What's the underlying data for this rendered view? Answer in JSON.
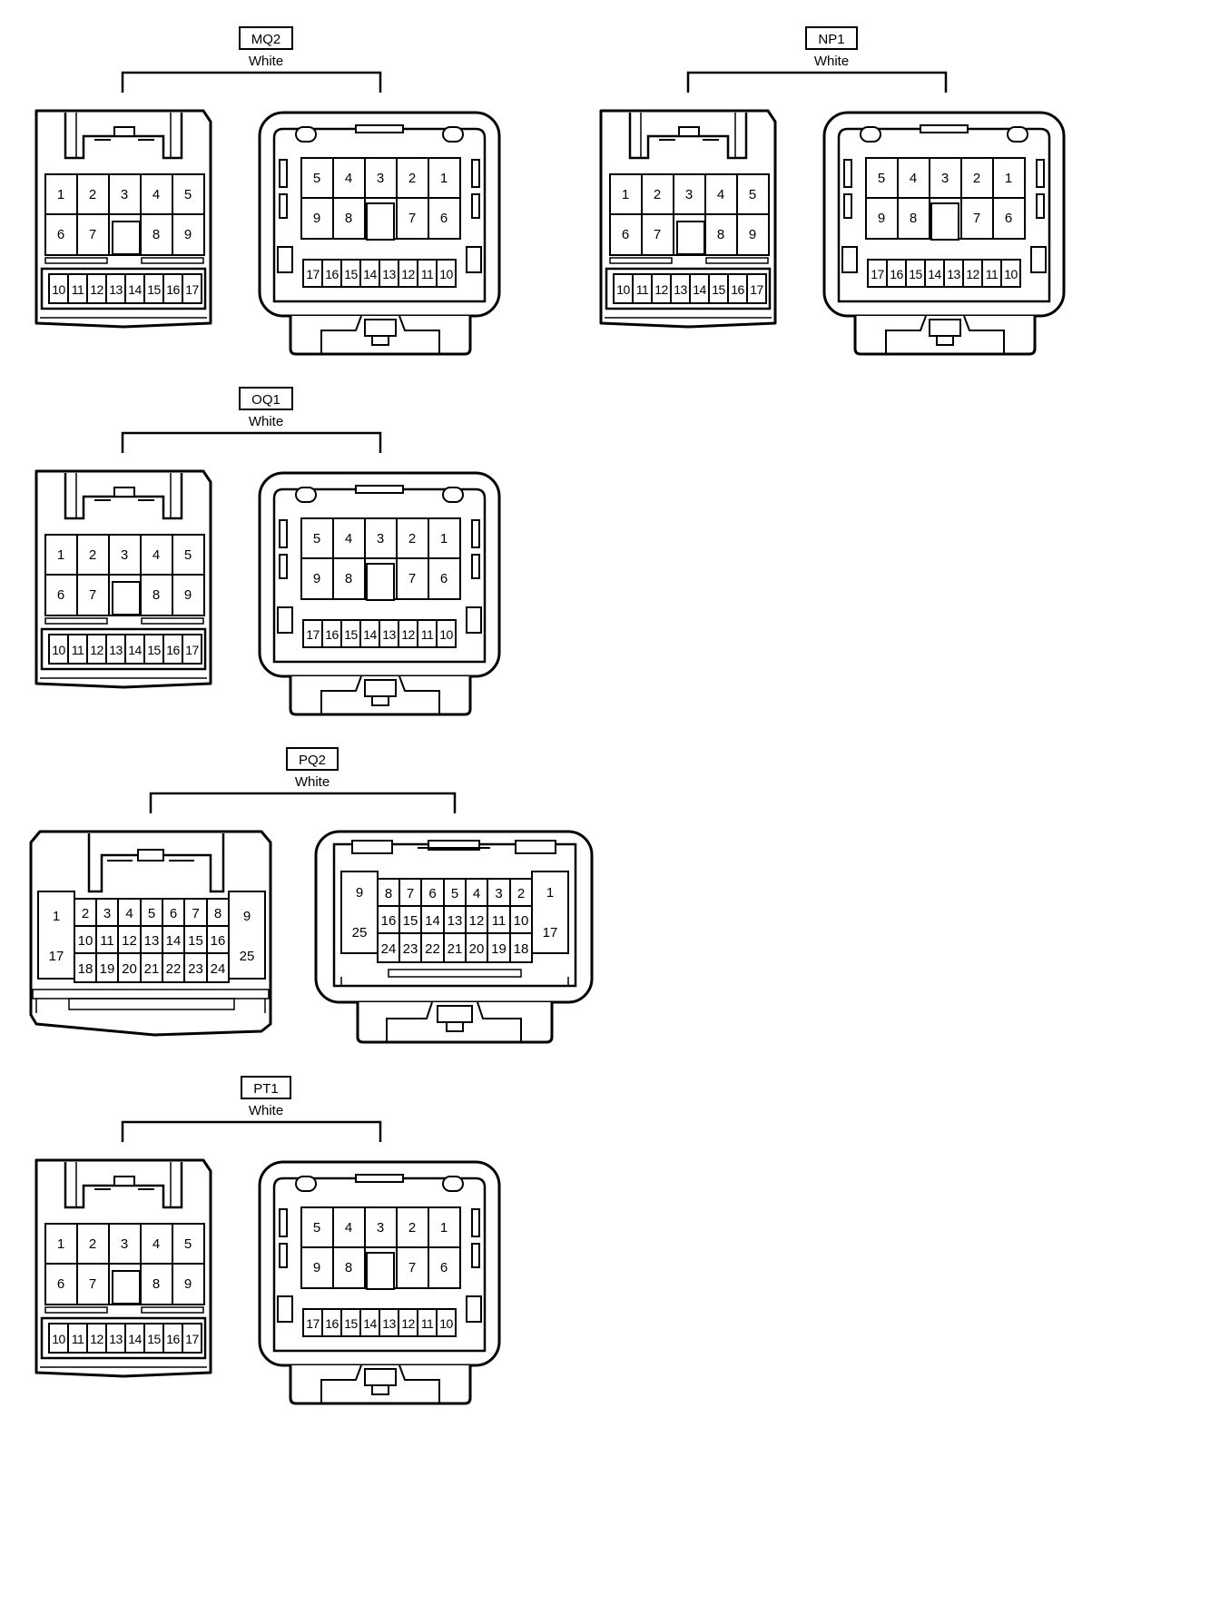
{
  "connectors": [
    {
      "id": "MQ2",
      "color": "White"
    },
    {
      "id": "NP1",
      "color": "White"
    },
    {
      "id": "OQ1",
      "color": "White"
    },
    {
      "id": "PQ2",
      "color": "White"
    },
    {
      "id": "PT1",
      "color": "White"
    }
  ],
  "pinouts": {
    "std17": {
      "female_row1": [
        "1",
        "2",
        "3",
        "4",
        "5"
      ],
      "female_row2": [
        "6",
        "7",
        "",
        "8",
        "9"
      ],
      "female_row3": [
        "10",
        "11",
        "12",
        "13",
        "14",
        "15",
        "16",
        "17"
      ],
      "male_row1": [
        "5",
        "4",
        "3",
        "2",
        "1"
      ],
      "male_row2": [
        "9",
        "8",
        "",
        "7",
        "6"
      ],
      "male_row3": [
        "17",
        "16",
        "15",
        "14",
        "13",
        "12",
        "11",
        "10"
      ]
    },
    "pq25": {
      "female_left": [
        "1",
        "17"
      ],
      "female_right": [
        "9",
        "25"
      ],
      "female_row1": [
        "2",
        "3",
        "4",
        "5",
        "6",
        "7",
        "8"
      ],
      "female_row2": [
        "10",
        "11",
        "12",
        "13",
        "14",
        "15",
        "16"
      ],
      "female_row3": [
        "18",
        "19",
        "20",
        "21",
        "22",
        "23",
        "24"
      ],
      "male_left": [
        "9",
        "25"
      ],
      "male_right": [
        "1",
        "17"
      ],
      "male_row1": [
        "8",
        "7",
        "6",
        "5",
        "4",
        "3",
        "2"
      ],
      "male_row2": [
        "16",
        "15",
        "14",
        "13",
        "12",
        "11",
        "10"
      ],
      "male_row3": [
        "24",
        "23",
        "22",
        "21",
        "20",
        "19",
        "18"
      ]
    }
  }
}
